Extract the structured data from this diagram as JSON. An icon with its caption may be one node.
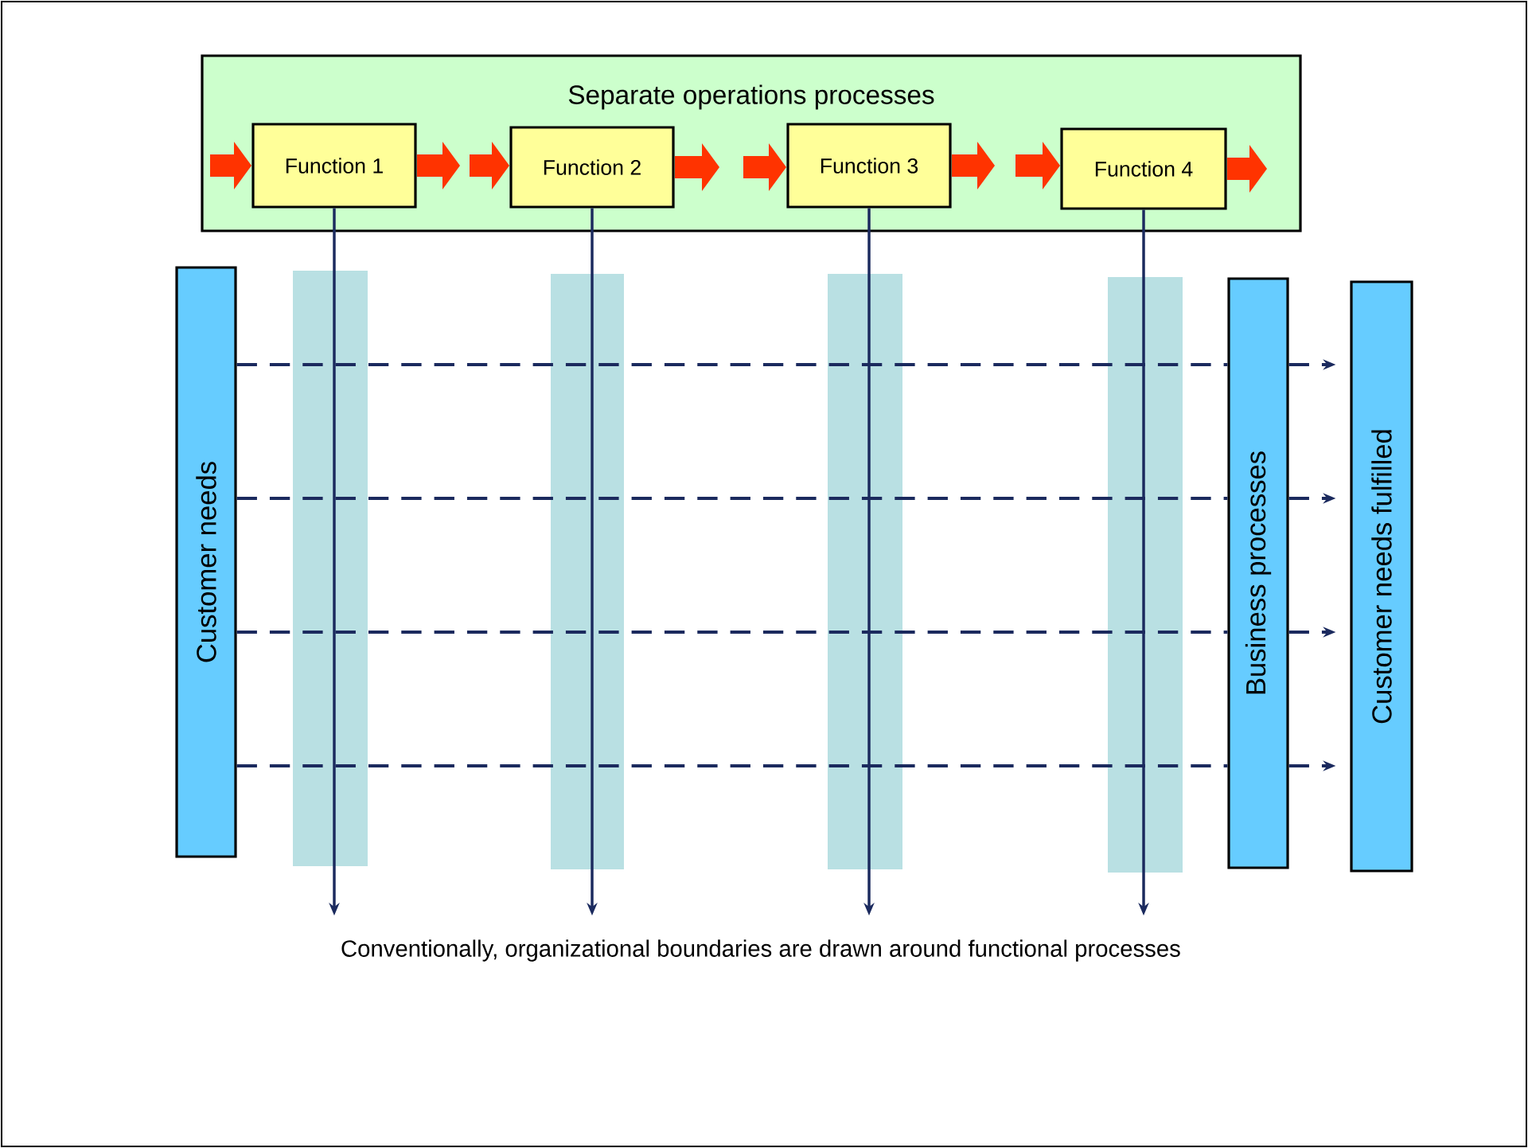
{
  "diagram": {
    "caption": "Conventionally, organizational boundaries are drawn around functional processes",
    "nodes": [
      {
        "text": [
          "Separate operations processes"
        ]
      },
      {
        "text": [
          "Function 1"
        ],
        "in": 0
      },
      {
        "text": [
          "Function 2"
        ],
        "in": 0
      },
      {
        "text": [
          "Function 3"
        ],
        "in": 0
      },
      {
        "text": [
          "Function 4"
        ],
        "in": 0
      },
      {
        "text": [
          "Customer needs"
        ]
      },
      {
        "text": [
          "Business processes"
        ]
      },
      {
        "text": [
          "Customer needs fulfilled"
        ]
      }
    ],
    "edges": [
      {
        "from": null,
        "to": 1,
        "arrow": "to",
        "style": "thick",
        "color": "#ff3300"
      },
      {
        "from": 1,
        "to": 2,
        "arrow": "to",
        "style": "thick",
        "color": "#ff3300"
      },
      {
        "from": 2,
        "to": 3,
        "arrow": "to",
        "style": "thick",
        "color": "#ff3300"
      },
      {
        "from": 3,
        "to": 4,
        "arrow": "to",
        "style": "thick",
        "color": "#ff3300"
      },
      {
        "from": 4,
        "to": null,
        "arrow": "to",
        "style": "thick",
        "color": "#ff3300"
      },
      {
        "from": 1,
        "to": null,
        "arrow": "to"
      },
      {
        "from": 2,
        "to": null,
        "arrow": "to"
      },
      {
        "from": 3,
        "to": null,
        "arrow": "to"
      },
      {
        "from": 4,
        "to": null,
        "arrow": "to"
      },
      {
        "from": 5,
        "to": 6,
        "arrow": "none",
        "style": "dashed"
      },
      {
        "from": 5,
        "to": 6,
        "arrow": "none",
        "style": "dashed"
      },
      {
        "from": 5,
        "to": 6,
        "arrow": "none",
        "style": "dashed"
      },
      {
        "from": 5,
        "to": 6,
        "arrow": "none",
        "style": "dashed"
      },
      {
        "from": 6,
        "to": 7,
        "arrow": "to",
        "style": "dashed"
      },
      {
        "from": 6,
        "to": 7,
        "arrow": "to",
        "style": "dashed"
      },
      {
        "from": 6,
        "to": 7,
        "arrow": "to",
        "style": "dashed"
      },
      {
        "from": 6,
        "to": 7,
        "arrow": "to",
        "style": "dashed"
      }
    ]
  }
}
